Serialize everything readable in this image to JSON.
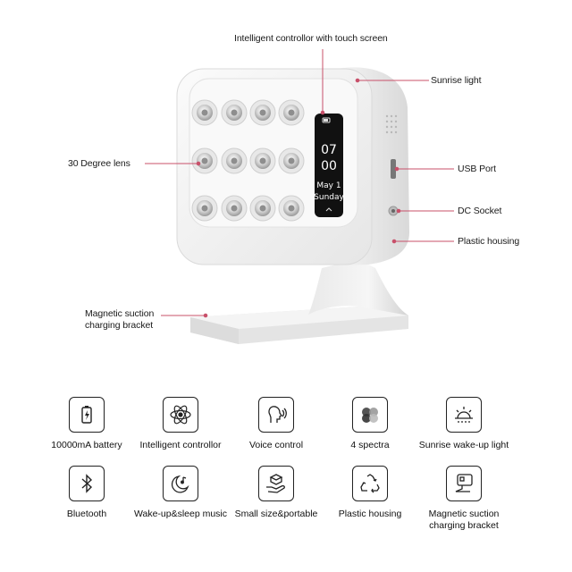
{
  "callouts": {
    "controller": "Intelligent controllor with touch screen",
    "sunrise": "Sunrise light",
    "lens": "30 Degree lens",
    "usb": "USB Port",
    "dc": "DC Socket",
    "housing": "Plastic housing",
    "bracket_line1": "Magnetic suction",
    "bracket_line2": "charging bracket"
  },
  "screen": {
    "hour": "07",
    "minute": "00",
    "date": "May 1",
    "weekday": "Sunday"
  },
  "features": [
    {
      "icon": "battery-icon",
      "label": "10000mA battery"
    },
    {
      "icon": "atom-icon",
      "label": "Intelligent controllor"
    },
    {
      "icon": "voice-icon",
      "label": "Voice control"
    },
    {
      "icon": "spectra-icon",
      "label": "4 spectra"
    },
    {
      "icon": "sunrise-icon",
      "label": "Sunrise wake-up light"
    },
    {
      "icon": "bluetooth-icon",
      "label": "Bluetooth"
    },
    {
      "icon": "moon-music-icon",
      "label": "Wake-up&sleep music"
    },
    {
      "icon": "hand-box-icon",
      "label": "Small size&portable"
    },
    {
      "icon": "recycle-icon",
      "label": "Plastic housing"
    },
    {
      "icon": "bracket-icon",
      "label": "Magnetic suction charging bracket"
    }
  ],
  "colors": {
    "pointer": "#c8506a",
    "device": "#f2f2f2",
    "screen": "#111111"
  }
}
